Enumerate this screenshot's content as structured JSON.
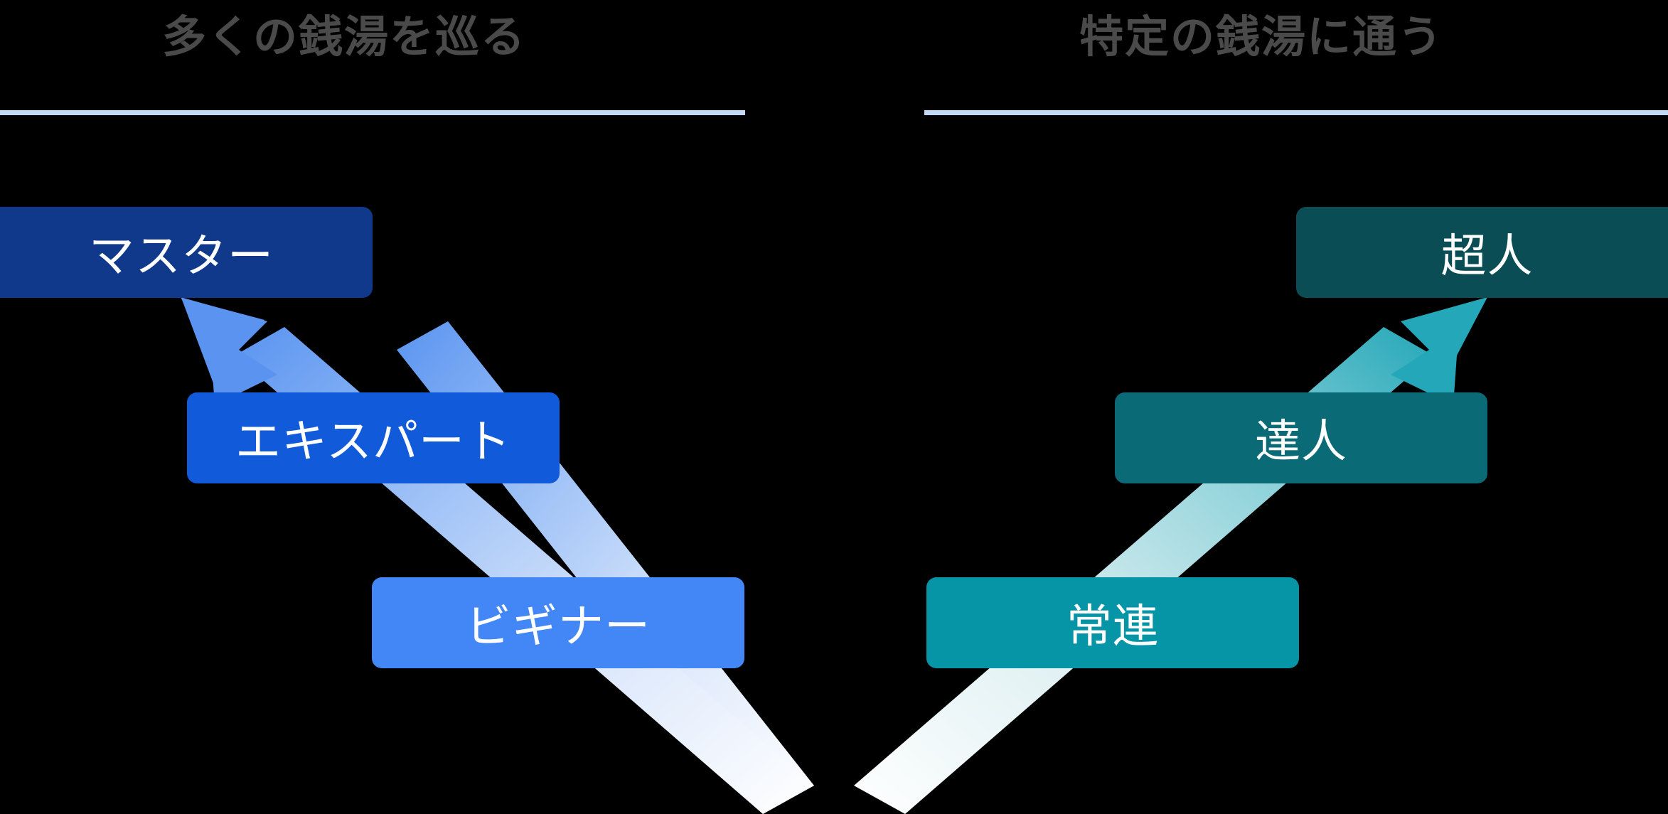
{
  "columns": [
    {
      "id": "left",
      "title": "多くの銭湯を巡る",
      "accent": "#115bdb",
      "divider_color": "#c3d9f7",
      "arrow_direction": "up-left",
      "nodes": [
        {
          "label": "マスター",
          "color": "#10398c",
          "level": 3
        },
        {
          "label": "エキスパート",
          "color": "#115bdb",
          "level": 2
        },
        {
          "label": "ビギナー",
          "color": "#4287f5",
          "level": 1
        }
      ]
    },
    {
      "id": "right",
      "title": "特定の銭湯に通う",
      "accent": "#0695a6",
      "divider_color": "#c3d9f7",
      "arrow_direction": "up-right",
      "nodes": [
        {
          "label": "超人",
          "color": "#0a4d54",
          "level": 3
        },
        {
          "label": "達人",
          "color": "#0a6b77",
          "level": 2
        },
        {
          "label": "常連",
          "color": "#0695a6",
          "level": 1
        }
      ]
    }
  ],
  "title_color": "#4a4a4a",
  "background": "#000000",
  "label_color": "#ffffff",
  "arrows": {
    "left_gradient_from": "#ffffff",
    "left_gradient_to": "#5a94f0",
    "right_gradient_from": "#ffffff",
    "right_gradient_to": "#24a7b8"
  }
}
